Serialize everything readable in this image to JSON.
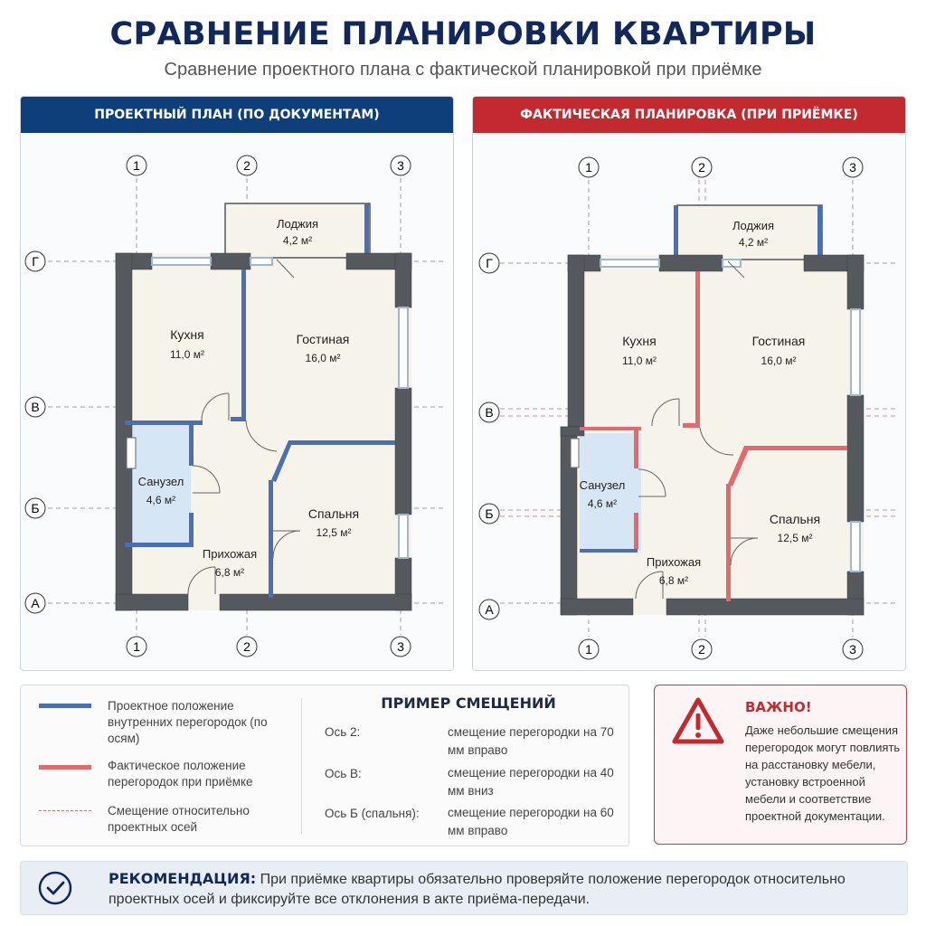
{
  "header": {
    "title": "СРАВНЕНИЕ ПЛАНИРОВКИ КВАРТИРЫ",
    "subtitle": "Сравнение проектного плана с фактической планировкой при приёмке"
  },
  "panels": {
    "design": {
      "title": "ПРОЕКТНЫЙ ПЛАН (ПО ДОКУМЕНТАМ)"
    },
    "actual": {
      "title": "ФАКТИЧЕСКАЯ ПЛАНИРОВКА (ПРИ ПРИЁМКЕ)"
    }
  },
  "axes": {
    "vertical": [
      "1",
      "2",
      "3"
    ],
    "horizontal": [
      "Г",
      "В",
      "Б",
      "А"
    ]
  },
  "rooms": {
    "loggia": {
      "name": "Лоджия",
      "area": "4,2 м²"
    },
    "kitchen": {
      "name": "Кухня",
      "area": "11,0 м²"
    },
    "living": {
      "name": "Гостиная",
      "area": "16,0 м²"
    },
    "bathroom": {
      "name": "Санузел",
      "area": "4,6 м²"
    },
    "bedroom": {
      "name": "Спальня",
      "area": "12,5 м²"
    },
    "hallway": {
      "name": "Прихожая",
      "area": "6,8 м²"
    }
  },
  "legend": {
    "design_partitions": "Проектное положение внутренних перегородок (по осям)",
    "actual_partitions": "Фактическое положение перегородок при приёмке",
    "offset": "Смещение относительно проектных осей"
  },
  "shifts": {
    "title": "ПРИМЕР СМЕЩЕНИЙ",
    "items": [
      {
        "axis": "Ось 2:",
        "desc": "смещение перегородки на 70 мм вправо"
      },
      {
        "axis": "Ось В:",
        "desc": "смещение перегородки на 40 мм вниз"
      },
      {
        "axis": "Ось Б (спальня):",
        "desc": "смещение перегородки на 60 мм вправо"
      }
    ]
  },
  "warning": {
    "title": "ВАЖНО!",
    "text": "Даже небольшие смещения перегородок могут повлиять на расстановку мебели, установку встроенной мебели и соответствие проектной документации."
  },
  "recommendation": {
    "label": "РЕКОМЕНДАЦИЯ:",
    "text": "При приёмке квартиры обязательно проверяйте положение перегородок относительно проектных осей и фиксируйте все отклонения в акте приёма-передачи."
  },
  "colors": {
    "navy": "#0e3f7a",
    "red": "#c32a30",
    "wall": "#55595e",
    "design_partition": "#4a6fb5",
    "actual_partition": "#e06a6e",
    "bathroom_fill": "#d6e6f4"
  }
}
